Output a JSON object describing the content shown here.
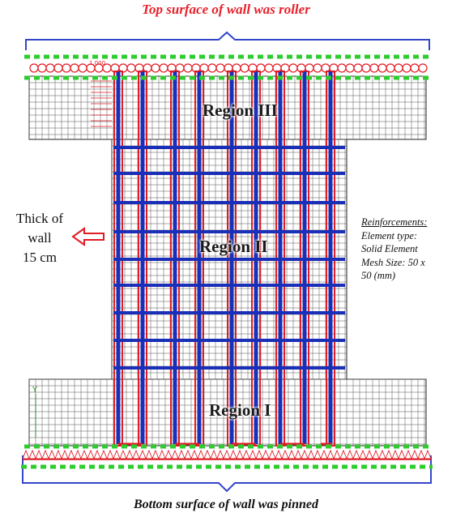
{
  "captions": {
    "top": "Top surface of wall was roller",
    "bottom": "Bottom surface of wall was pinned"
  },
  "regions": {
    "r3": "Region III",
    "r2": "Region II",
    "r1": "Region I"
  },
  "thickness": {
    "line1": "Thick of",
    "line2": "wall",
    "line3": "15 cm"
  },
  "reinforcements": {
    "title": "Reinforcements:",
    "line1": "Element type:",
    "line2": "Solid Element",
    "line3": "Mesh Size: 50 x",
    "line4": "50 (mm)"
  },
  "annotations": {
    "top_value": "1.000",
    "axis_y": "Y"
  },
  "colors": {
    "mesh": "#555555",
    "rebar": "#1a2fb8",
    "rebar_edge": "#e01c24",
    "support": "#2ecc2e",
    "roller": "#e01c24",
    "bracket": "#3346c8",
    "caption_top": "#e8202a"
  }
}
